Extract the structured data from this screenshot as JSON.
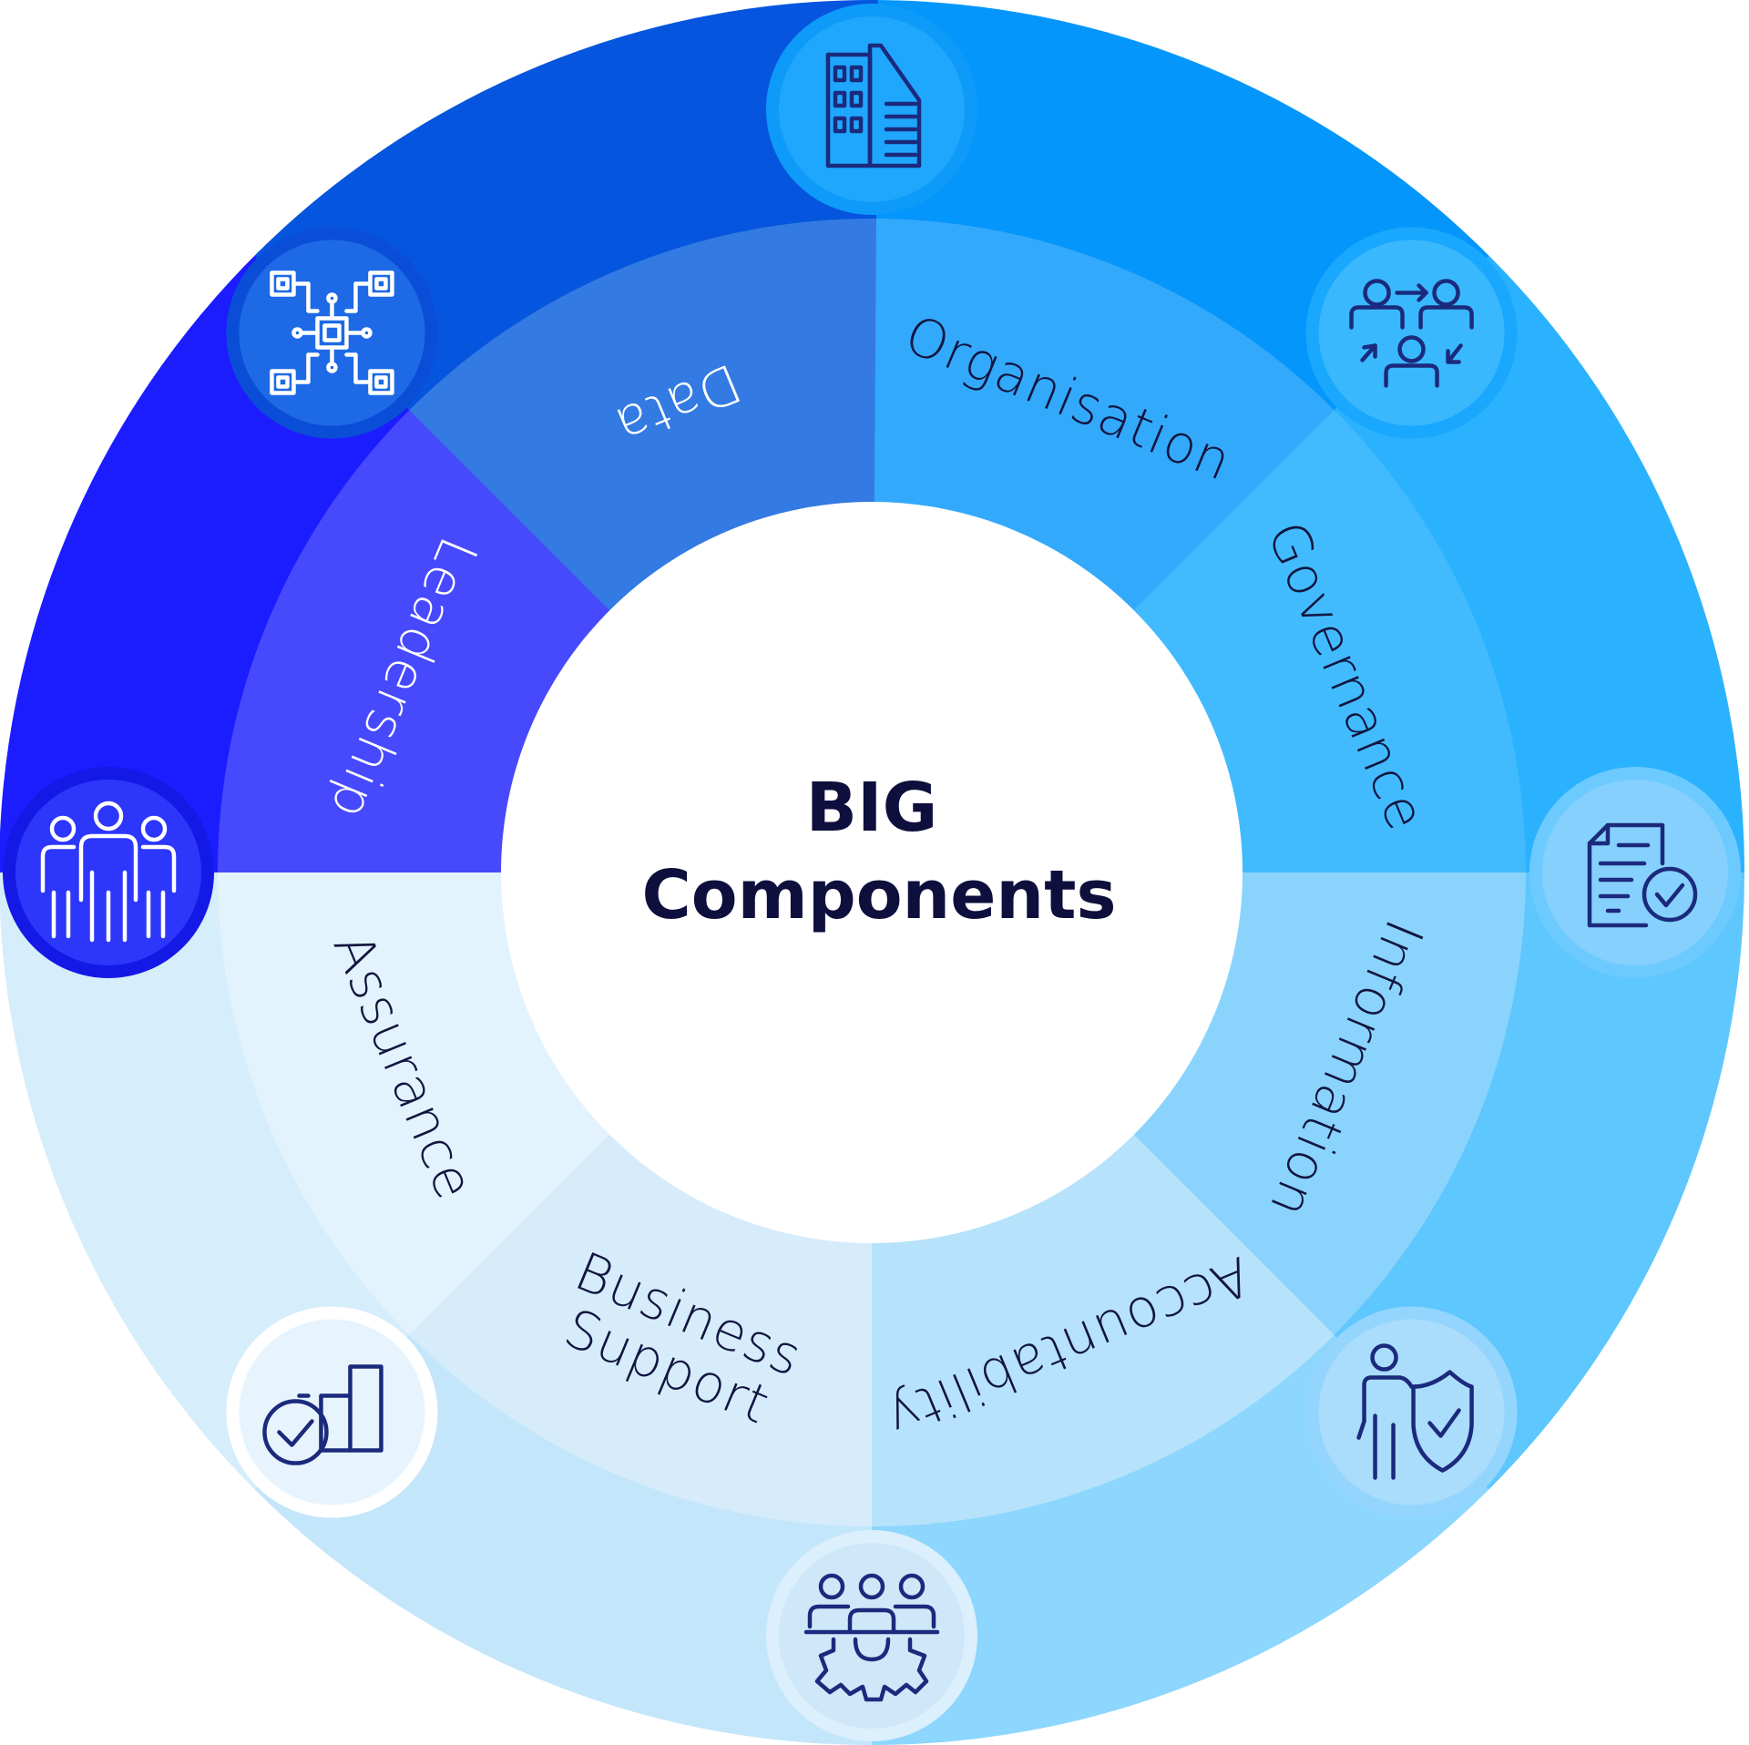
{
  "center": {
    "line1": "BIG",
    "line2": "Components"
  },
  "segments": [
    {
      "label": "Organisation",
      "ring_color": "#0596fb",
      "inner_color": "#33a9fc",
      "text_color": "#12153f"
    },
    {
      "label": "Governance",
      "ring_color": "#2bb2fe",
      "inner_color": "#41bbfe",
      "text_color": "#12153f"
    },
    {
      "label": "Information",
      "ring_color": "#5ec7fd",
      "inner_color": "#89d3fc",
      "text_color": "#12153f"
    },
    {
      "label": "Accountability",
      "ring_color": "#8dd6fd",
      "inner_color": "#b6e2fb",
      "text_color": "#12153f"
    },
    {
      "label": "Business Support",
      "label_lines": [
        "Business",
        "Support"
      ],
      "ring_color": "#c3e6fb",
      "inner_color": "#d6ecfb",
      "text_color": "#12153f"
    },
    {
      "label": "Assurance",
      "ring_color": "#d6edfb",
      "inner_color": "#e2f3fd",
      "text_color": "#12153f"
    },
    {
      "label": "Leadership",
      "ring_color": "#1b1dff",
      "inner_color": "#4749fd",
      "text_color": "#ffffff"
    },
    {
      "label": "Data",
      "ring_color": "#0655de",
      "inner_color": "#337ae2",
      "text_color": "#ffffff"
    }
  ],
  "icons": [
    {
      "name": "building-icon"
    },
    {
      "name": "team-exchange-icon"
    },
    {
      "name": "document-check-icon"
    },
    {
      "name": "person-shield-icon"
    },
    {
      "name": "team-gear-icon"
    },
    {
      "name": "growth-check-icon"
    },
    {
      "name": "group-people-icon"
    },
    {
      "name": "circuit-chip-icon"
    }
  ],
  "colors": {
    "icon_stroke_dark": "#1b2a7c",
    "icon_stroke_light": "#ffffff",
    "center_fill": "#ffffff",
    "center_text": "#0e0f3c"
  }
}
